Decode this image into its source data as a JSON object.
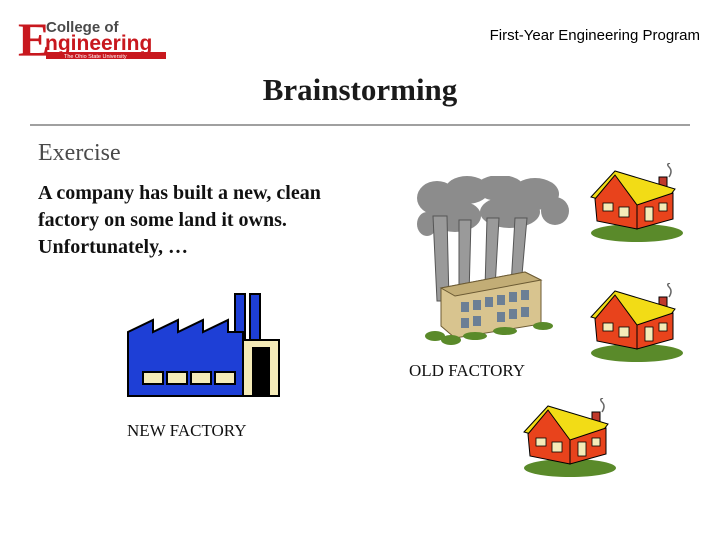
{
  "header": {
    "logo": {
      "letter": "E",
      "line1": "College of",
      "line2": "ngineering",
      "tagline": "The Ohio State University"
    },
    "program": "First-Year Engineering Program"
  },
  "slide": {
    "title": "Brainstorming",
    "subtitle": "Exercise",
    "body_lines": [
      "A company has built a new, clean",
      "factory on some land it owns.",
      "Unfortunately, …"
    ]
  },
  "illustrations": {
    "old_factory_label": "OLD FACTORY",
    "new_factory_label": "NEW FACTORY",
    "colors": {
      "new_factory": "#1e3fd6",
      "smoke": "#8c8c8c",
      "old_building": "#d8c48f",
      "house_wall": "#e8431c",
      "house_roof": "#f2dc16",
      "grass": "#5a8a2a",
      "logo_red": "#c8181e"
    },
    "house_count": 3
  }
}
